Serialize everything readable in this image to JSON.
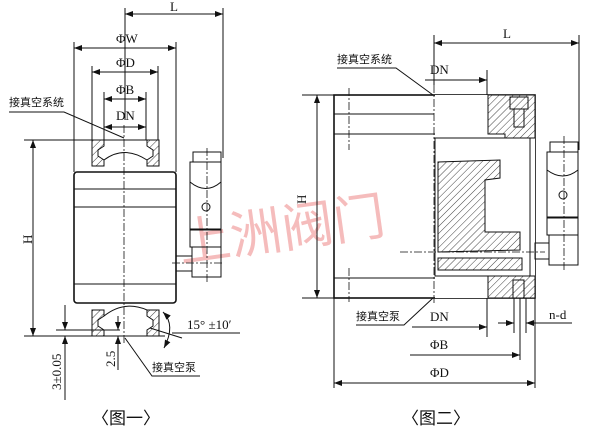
{
  "figure1": {
    "caption": "〈图一〉",
    "labels": {
      "L": "L",
      "phiW": "ΦW",
      "phiD": "ΦD",
      "phiB": "ΦB",
      "DN": "DN",
      "H": "H",
      "vacuum_system": "接真空系统",
      "vacuum_pump": "接真空泵",
      "angle": "15° ±10′",
      "dim_2_5": "2.5",
      "dim_3": "3±0.05"
    }
  },
  "figure2": {
    "caption": "〈图二〉",
    "labels": {
      "L": "L",
      "DN_top": "DN",
      "DN_bottom": "DN",
      "phiB": "ΦB",
      "phiD": "ΦD",
      "H": "H",
      "n_d": "n-d",
      "vacuum_system": "接真空系统",
      "vacuum_pump": "接真空泵"
    }
  },
  "watermark": "上洲阀门",
  "colors": {
    "line": "#111111",
    "watermark": "#f2a6a6"
  }
}
